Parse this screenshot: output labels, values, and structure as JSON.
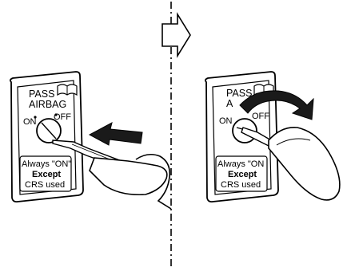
{
  "figure": {
    "panels": [
      {
        "id": "before",
        "switch_label_line1": "PASS",
        "switch_label_line2": "AIRBAG",
        "on_label": "ON",
        "off_label": "OFF",
        "notice_line1": "Always \"ON\"",
        "notice_line2": "Except",
        "notice_line3": "CRS used",
        "book_icon": "manual-book-icon",
        "action": "insert key (arrow pointing toward lock)"
      },
      {
        "id": "after",
        "switch_label_line1": "PASS",
        "switch_label_line2": "A",
        "on_label": "ON",
        "off_label": "OFF",
        "notice_line1": "Always \"ON",
        "notice_line2": "Except",
        "notice_line3": "CRS used",
        "book_icon": "manual-book-icon",
        "action": "turn key (curved arrow)"
      }
    ],
    "transition_icon": "right-arrow-outline-icon",
    "divider_style": "dash-dot",
    "colors": {
      "ink": "#000000",
      "paper": "#ffffff",
      "arrow_fill": "#1a1a1a"
    }
  }
}
